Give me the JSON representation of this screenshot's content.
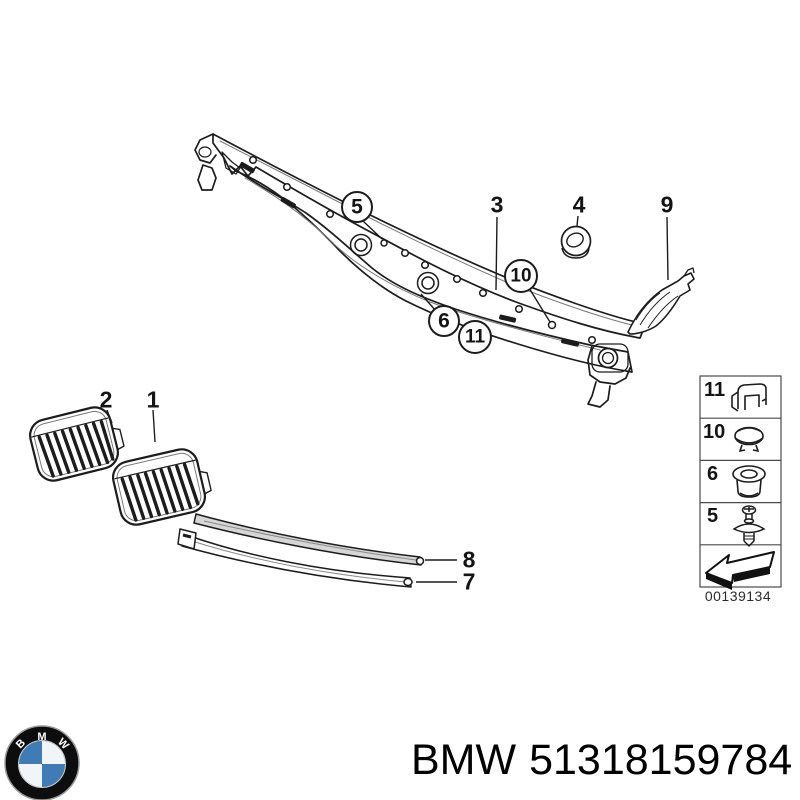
{
  "diagram": {
    "type": "parts-diagram",
    "subject": "cowl-panel-and-grille-assembly",
    "callout_labels": {
      "n1": "1",
      "n2": "2",
      "n3": "3",
      "n4": "4",
      "n5": "5",
      "n6": "6",
      "n7": "7",
      "n8": "8",
      "n9": "9",
      "n10": "10",
      "n11": "11"
    },
    "legend": {
      "rows": [
        {
          "num": "11",
          "icon": "cover-clip-icon"
        },
        {
          "num": "10",
          "icon": "blind-plug-icon"
        },
        {
          "num": "6",
          "icon": "grommet-icon"
        },
        {
          "num": "5",
          "icon": "expanding-rivet-icon"
        },
        {
          "num": "",
          "icon": "direction-arrow-icon"
        }
      ],
      "drawing_number": "00139134"
    }
  },
  "footer": {
    "logo_letters": [
      "B",
      "M",
      "W"
    ],
    "brand": "BMW",
    "part_number": "51318159784"
  },
  "colors": {
    "line": "#1c1c1c",
    "light_line": "#7a7a7a",
    "roundel_blue": "#3f7cb6",
    "roundel_black": "#0d0d0d",
    "roundel_white": "#f2f5f7"
  }
}
